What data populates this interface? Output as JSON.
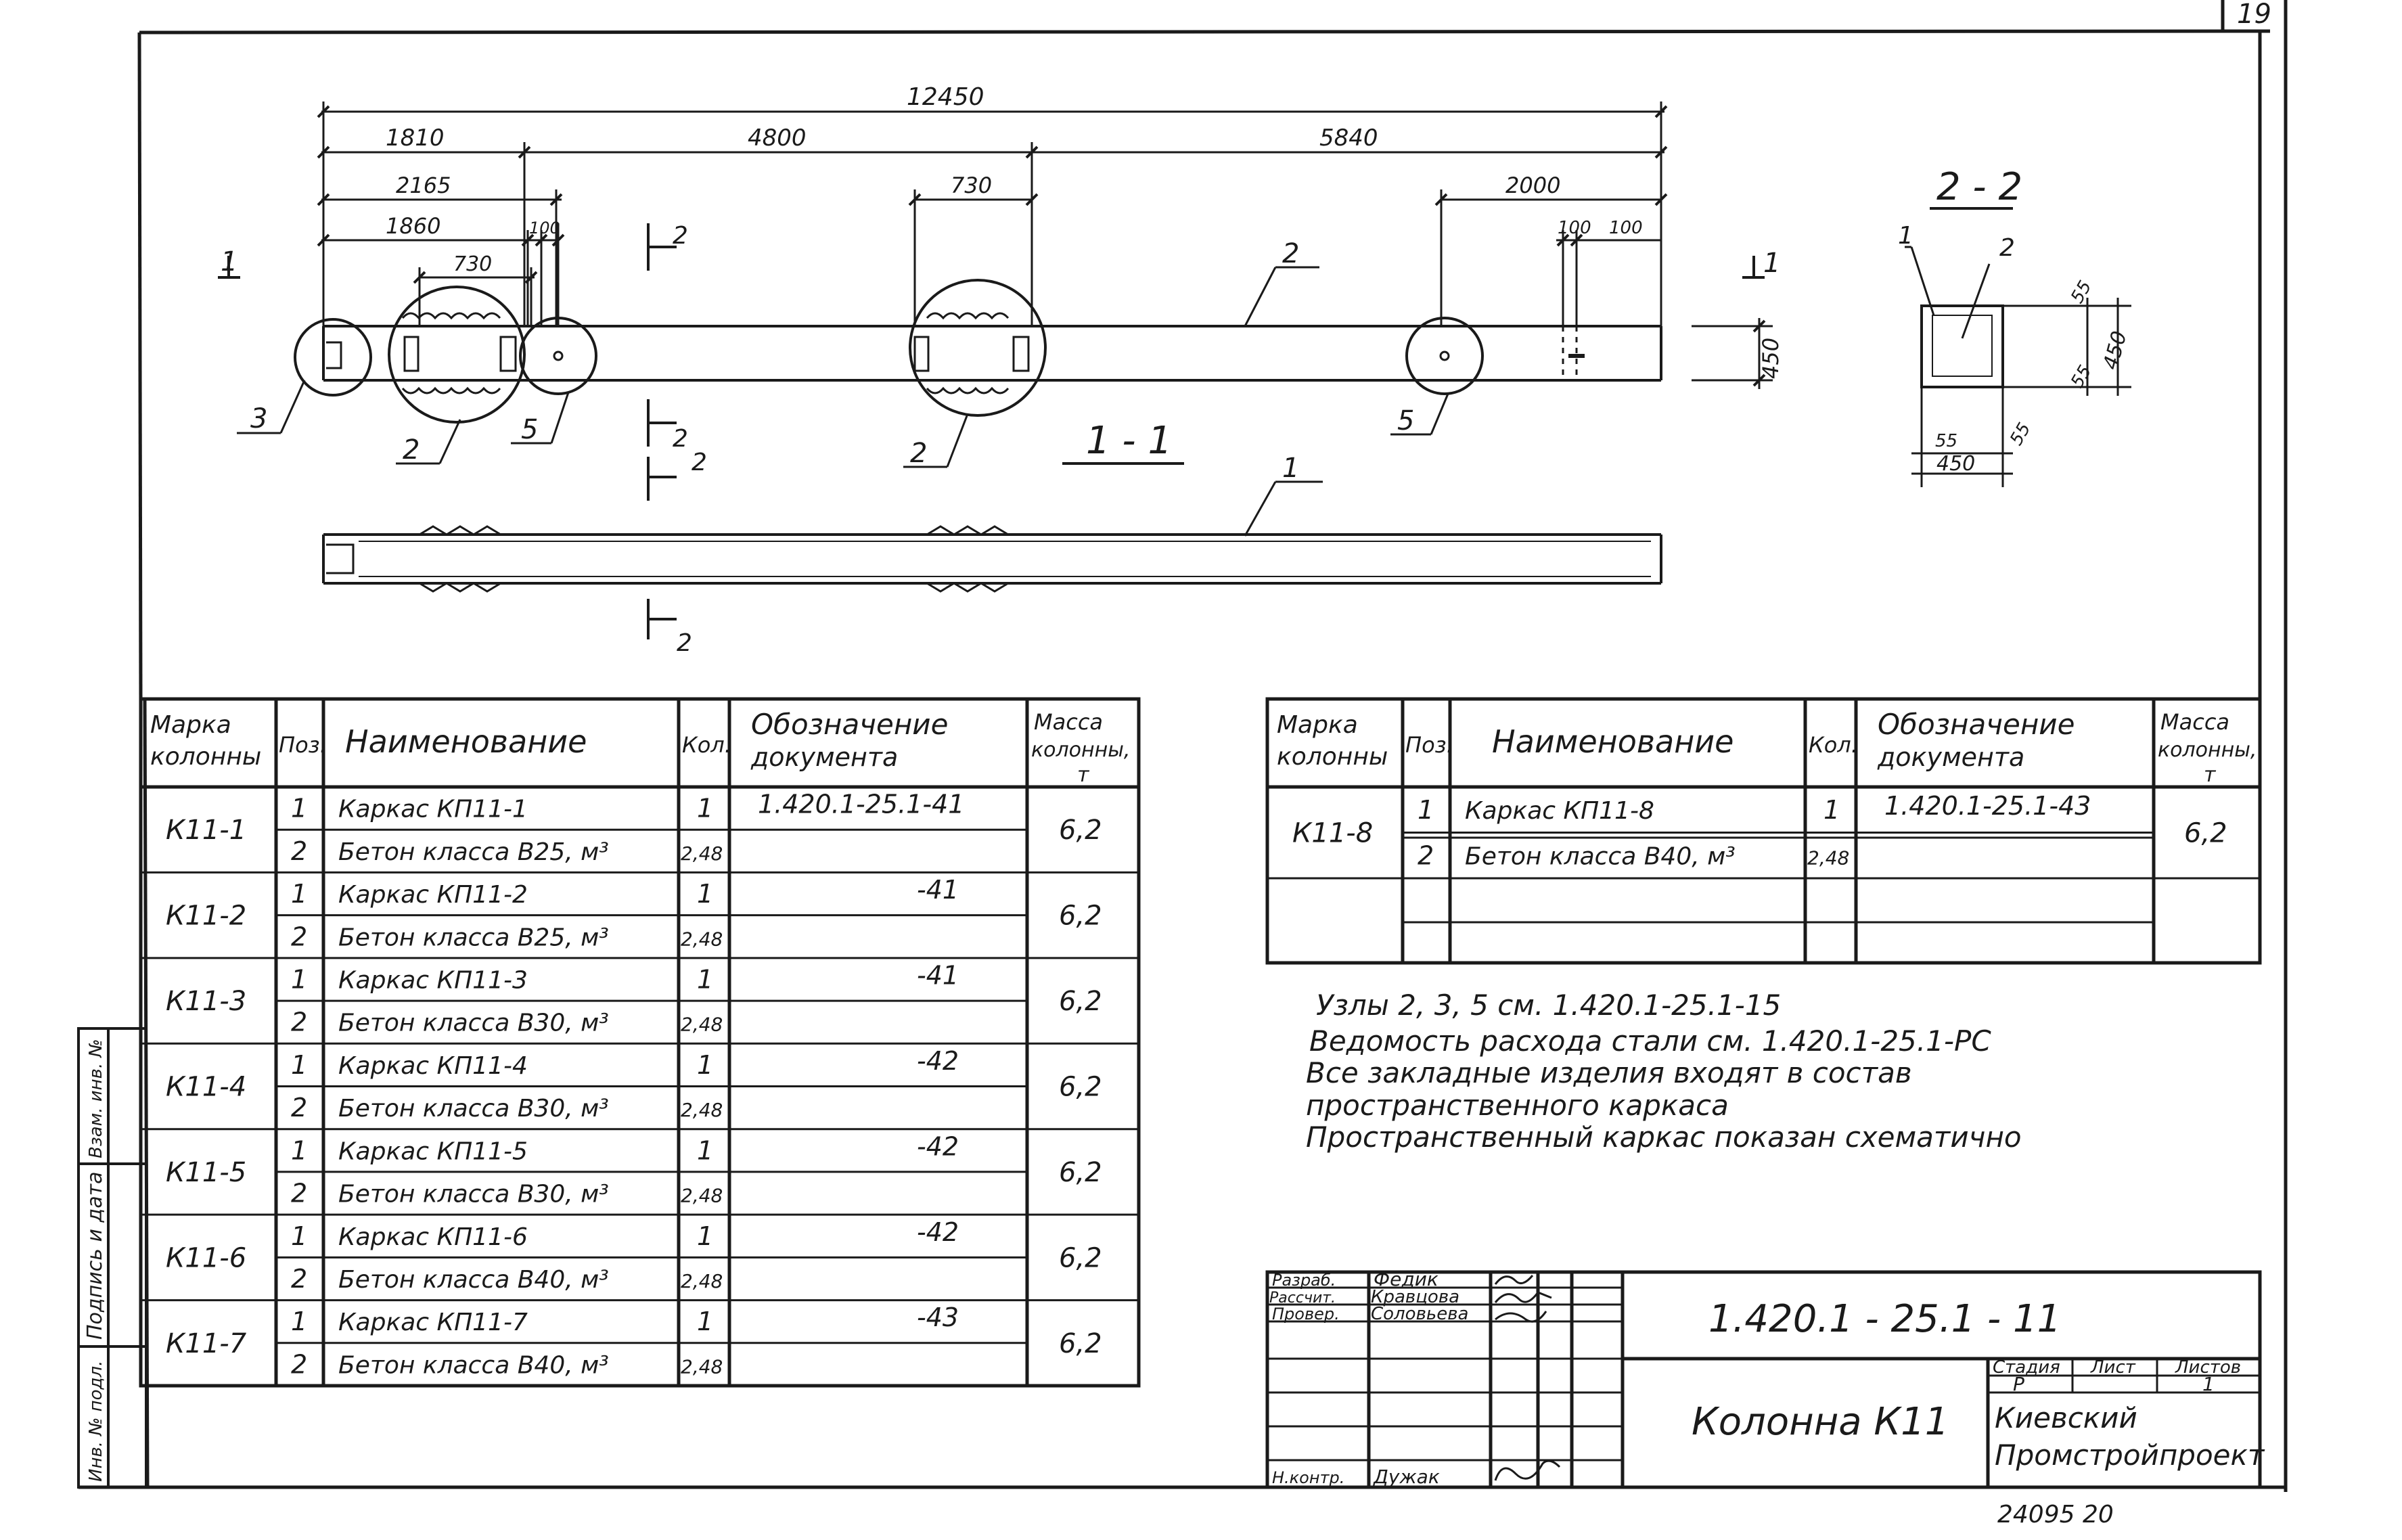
{
  "sheet": {
    "number": "19",
    "archive_no": "24095 20"
  },
  "side_stamp": [
    "Инв. № подл.",
    "Подпись и дата",
    "Взам. инв. №"
  ],
  "drawing": {
    "dims": {
      "overall": "12450",
      "d1810": "1810",
      "d4800": "4800",
      "d5840": "5840",
      "d2165": "2165",
      "d1860": "1860",
      "d100a": "100",
      "d730a": "730",
      "d730b": "730",
      "d2000": "2000",
      "d100b": "100",
      "d100c": "100",
      "h450": "450"
    },
    "callouts": {
      "c3": "3",
      "c2a": "2",
      "c5a": "5",
      "c2b": "2",
      "c2c": "2",
      "c5b": "5",
      "c1": "1",
      "s1a": "1",
      "s1b": "1",
      "s2a": "2",
      "s2b": "2",
      "s2c": "2",
      "s2d": "2"
    },
    "section_title": "1 - 1",
    "xs": {
      "title": "2 - 2",
      "p1": "1",
      "p2": "2",
      "d55a": "55",
      "d55b": "55",
      "d450v": "450",
      "d55c": "55",
      "d55d": "55",
      "d450h": "450"
    }
  },
  "spec_left": {
    "headers": {
      "mark": "Марка колонны",
      "pos": "Поз.",
      "name": "Наименование",
      "qty": "Кол.",
      "doc": "Обозначение документа",
      "mass": "Масса колонны, т"
    },
    "rows": [
      {
        "mark": "К11-1",
        "mass": "6,2",
        "items": [
          {
            "pos": "1",
            "name": "Каркас   КП11-1",
            "qty": "1",
            "doc": "1.420.1-25.1-41"
          },
          {
            "pos": "2",
            "name": "Бетон   класса  В25, м³",
            "qty": "2,48",
            "doc": ""
          }
        ]
      },
      {
        "mark": "К11-2",
        "mass": "6,2",
        "items": [
          {
            "pos": "1",
            "name": "Каркас   КП11-2",
            "qty": "1",
            "doc": "-41"
          },
          {
            "pos": "2",
            "name": "Бетон   класса  В25, м³",
            "qty": "2,48",
            "doc": ""
          }
        ]
      },
      {
        "mark": "К11-3",
        "mass": "6,2",
        "items": [
          {
            "pos": "1",
            "name": "Каркас   КП11-3",
            "qty": "1",
            "doc": "-41"
          },
          {
            "pos": "2",
            "name": "Бетон   класса  В30, м³",
            "qty": "2,48",
            "doc": ""
          }
        ]
      },
      {
        "mark": "К11-4",
        "mass": "6,2",
        "items": [
          {
            "pos": "1",
            "name": "Каркас   КП11-4",
            "qty": "1",
            "doc": "-42"
          },
          {
            "pos": "2",
            "name": "Бетон   класса  В30, м³",
            "qty": "2,48",
            "doc": ""
          }
        ]
      },
      {
        "mark": "К11-5",
        "mass": "6,2",
        "items": [
          {
            "pos": "1",
            "name": "Каркас   КП11-5",
            "qty": "1",
            "doc": "-42"
          },
          {
            "pos": "2",
            "name": "Бетон   класса  В30, м³",
            "qty": "2,48",
            "doc": ""
          }
        ]
      },
      {
        "mark": "К11-6",
        "mass": "6,2",
        "items": [
          {
            "pos": "1",
            "name": "Каркас   КП11-6",
            "qty": "1",
            "doc": "-42"
          },
          {
            "pos": "2",
            "name": "Бетон   класса  В40, м³",
            "qty": "2,48",
            "doc": ""
          }
        ]
      },
      {
        "mark": "К11-7",
        "mass": "6,2",
        "items": [
          {
            "pos": "1",
            "name": "Каркас   КП11-7",
            "qty": "1",
            "doc": "-43"
          },
          {
            "pos": "2",
            "name": "Бетон   класса  В40, м³",
            "qty": "2,48",
            "doc": ""
          }
        ]
      }
    ]
  },
  "spec_right": {
    "headers": {
      "mark": "Марка колонны",
      "pos": "Поз.",
      "name": "Наименование",
      "qty": "Кол.",
      "doc": "Обозначение документа",
      "mass": "Масса колонны, т"
    },
    "rows": [
      {
        "mark": "К11-8",
        "mass": "6,2",
        "items": [
          {
            "pos": "1",
            "name": "Каркас   КП11-8",
            "qty": "1",
            "doc": "1.420.1-25.1-43"
          },
          {
            "pos": "2",
            "name": "Бетон   класса  В40, м³",
            "qty": "2,48",
            "doc": ""
          }
        ]
      }
    ]
  },
  "notes": [
    "Узлы  2, 3, 5   см.  1.420.1-25.1-15",
    "Ведомость   расхода   стали   см.  1.420.1-25.1-РС",
    "Все   закладные   изделия   входят   в   состав",
    "пространственного   каркаса",
    "Пространственный   каркас   показан   схематично"
  ],
  "title_block": {
    "roles": [
      {
        "role": "Разраб.",
        "name": "Федик"
      },
      {
        "role": "Рассчит.",
        "name": "Кравцова"
      },
      {
        "role": "Провер.",
        "name": "Соловьева"
      },
      {
        "role": "",
        "name": ""
      },
      {
        "role": "",
        "name": ""
      },
      {
        "role": "",
        "name": ""
      },
      {
        "role": "Н.контр.",
        "name": "Дужак"
      }
    ],
    "code": "1.420.1 - 25.1 - 11",
    "title": "Колонна   К11",
    "stage_label": "Стадия",
    "sheet_label": "Лист",
    "sheets_label": "Листов",
    "stage": "Р",
    "sheet": "",
    "sheets": "1",
    "org_line1": "Киевский",
    "org_line2": "Промстройпроект"
  }
}
